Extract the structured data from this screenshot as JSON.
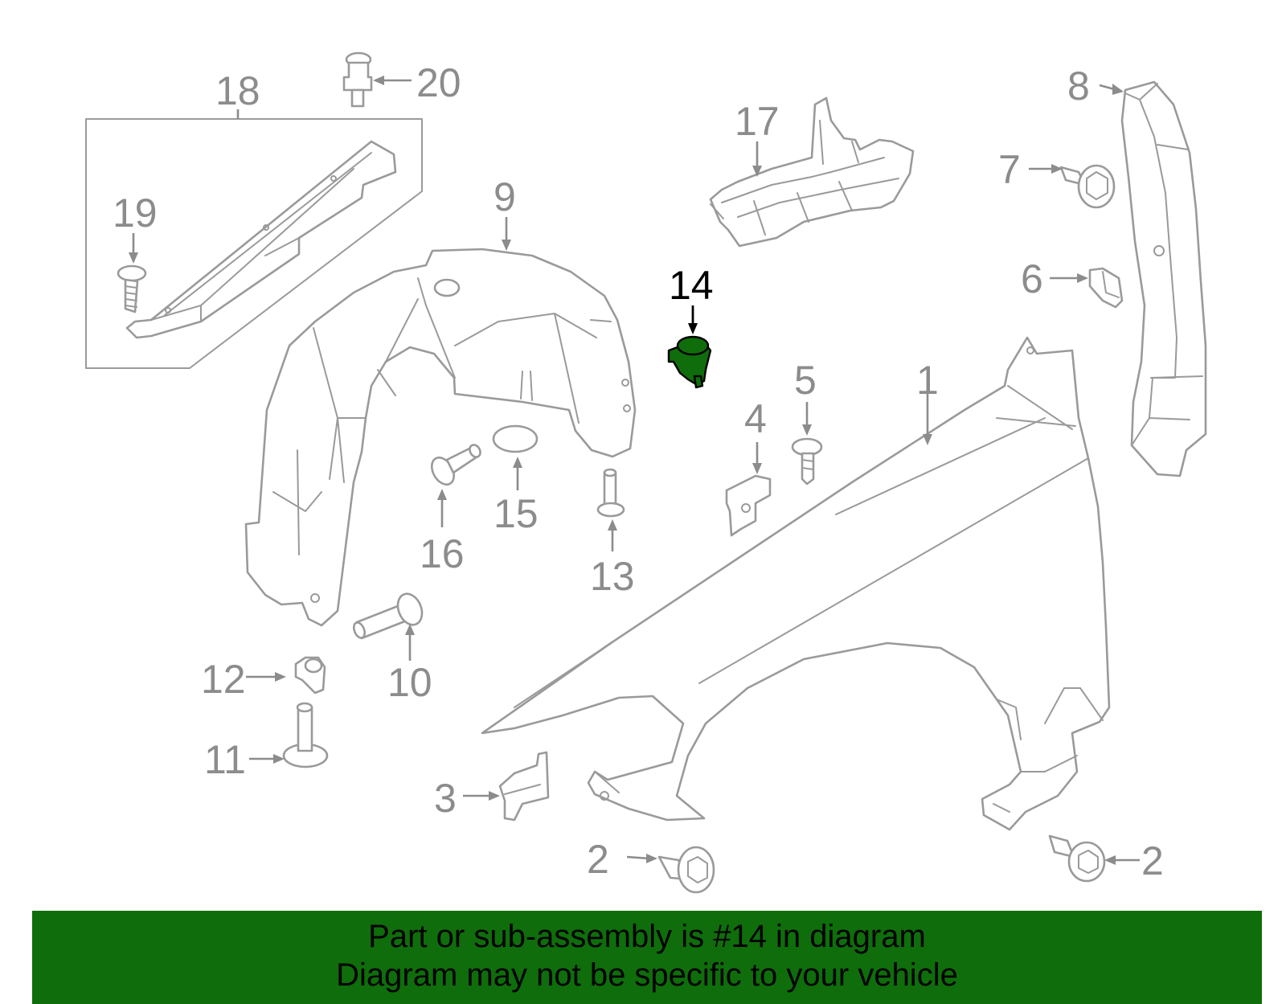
{
  "callouts": {
    "c1": "1",
    "c2a": "2",
    "c2b": "2",
    "c3": "3",
    "c4": "4",
    "c5": "5",
    "c6": "6",
    "c7": "7",
    "c8": "8",
    "c9": "9",
    "c10": "10",
    "c11": "11",
    "c12": "12",
    "c13": "13",
    "c14": "14",
    "c15": "15",
    "c16": "16",
    "c17": "17",
    "c18": "18",
    "c19": "19",
    "c20": "20"
  },
  "highlight": {
    "part_number": "14",
    "color": "#0f6d0b"
  },
  "banner": {
    "line1": "Part or sub-assembly is #14 in diagram",
    "line2": "Diagram may not be specific to your vehicle",
    "background": "#0f6d0b"
  }
}
